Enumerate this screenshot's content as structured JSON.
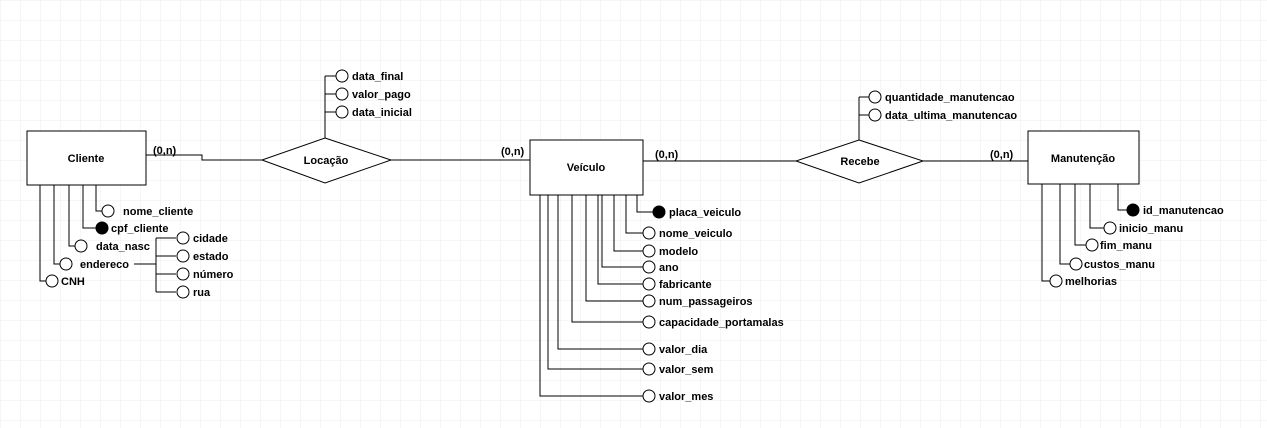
{
  "entities": {
    "cliente": "Cliente",
    "veiculo": "Veículo",
    "manutencao": "Manutenção"
  },
  "relationships": {
    "locacao": "Locação",
    "recebe": "Recebe"
  },
  "cardinalities": {
    "cliente_locacao": "(0,n)",
    "locacao_veiculo": "(0,n)",
    "veiculo_recebe": "(0,n)",
    "recebe_manutencao": "(0,n)"
  },
  "attributes": {
    "locacao": [
      "data_final",
      "valor_pago",
      "data_inicial"
    ],
    "recebe": [
      "quantidade_manutencao",
      "data_ultima_manutencao"
    ],
    "cliente": [
      "nome_cliente",
      "cpf_cliente",
      "data_nasc",
      "endereco",
      "CNH"
    ],
    "endereco": [
      "cidade",
      "estado",
      "número",
      "rua"
    ],
    "veiculo": [
      "placa_veiculo",
      "nome_veiculo",
      "modelo",
      "ano",
      "fabricante",
      "num_passageiros",
      "capacidade_portamalas",
      "valor_dia",
      "valor_sem",
      "valor_mes"
    ],
    "manutencao": [
      "id_manutencao",
      "inicio_manu",
      "fim_manu",
      "custos_manu",
      "melhorias"
    ]
  },
  "keys": {
    "cliente": "cpf_cliente",
    "veiculo": "placa_veiculo",
    "manutencao": "id_manutencao"
  },
  "colors": {
    "grid": "#ececec",
    "line": "#000000",
    "fill": "#ffffff"
  }
}
